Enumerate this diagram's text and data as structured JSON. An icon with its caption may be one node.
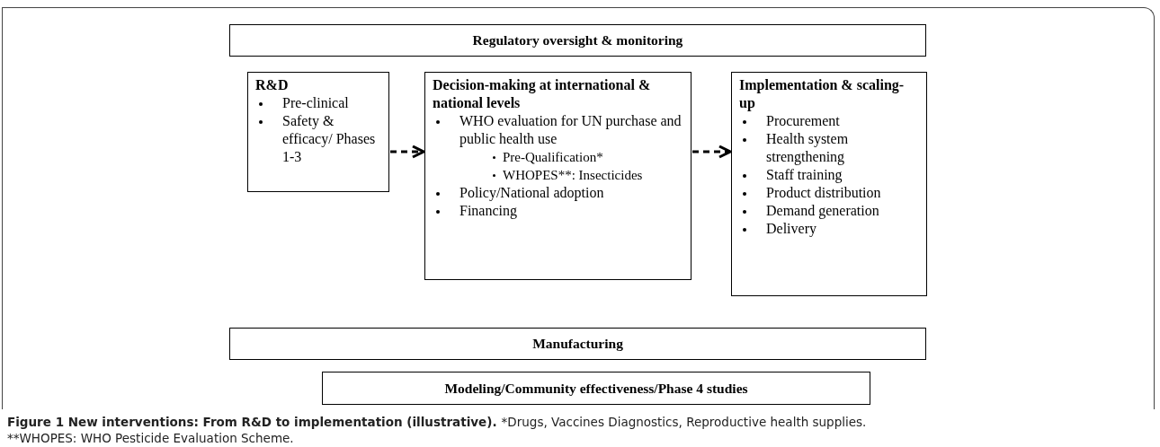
{
  "diagram": {
    "caption": "Figure 1 New interventions: From R&D to implementation (illustrative).",
    "nodes": [
      {
        "text": [
          "Regulatory oversight & monitoring"
        ]
      },
      {
        "text": [
          "R&D",
          "Pre-clinical",
          "Safety & efficacy/ Phases 1-3"
        ]
      },
      {
        "text": [
          "Decision-making at international & national levels",
          "WHO evaluation for UN purchase and public health use",
          "Pre-Qualification*",
          "WHOPES**: Insecticides",
          "Policy/National adoption",
          "Financing"
        ]
      },
      {
        "text": [
          "Implementation & scaling-up",
          "Procurement",
          "Health system strengthening",
          "Staff training",
          "Product distribution",
          "Demand generation",
          "Delivery"
        ]
      },
      {
        "text": [
          "Manufacturing"
        ]
      },
      {
        "text": [
          "Modeling/Community effectiveness/Phase 4 studies"
        ]
      }
    ],
    "edges": [
      {
        "from": 1,
        "to": 2,
        "arrow": "to",
        "style": "dashed"
      },
      {
        "from": 2,
        "to": 3,
        "arrow": "to",
        "style": "dashed"
      }
    ],
    "labels": [
      "*Drugs, Vaccines Diagnostics, Reproductive health supplies.",
      "**WHOPES: WHO Pesticide Evaluation Scheme."
    ]
  }
}
